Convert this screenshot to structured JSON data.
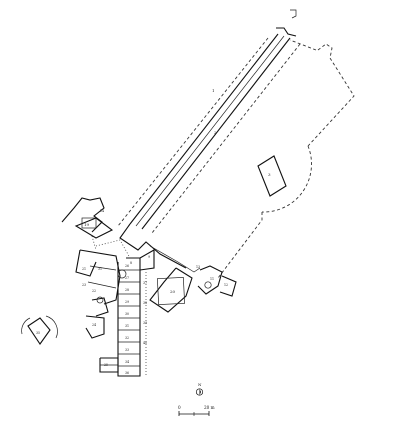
{
  "plan": {
    "labels": {
      "portico_a": "1",
      "portico_b": "2",
      "court_room": "3",
      "upper_room": "19",
      "lower_room": "20",
      "west_room": "21",
      "center_room": "31",
      "east_room_a": "11",
      "east_room_b": "12",
      "east_room_c": "13",
      "west_room_a": "22",
      "west_room_b": "23",
      "west_room_c": "24",
      "west_room_d": "25",
      "corridor_a": "8",
      "corridor_b": "9",
      "outlier_room": "35",
      "north_room": "14"
    },
    "row_labels": [
      "26",
      "27",
      "28",
      "29",
      "30",
      "31",
      "32",
      "33",
      "34",
      "36",
      "37",
      "38",
      "39",
      "40"
    ],
    "north_label": "N",
    "scale": {
      "zero": "0",
      "end": "20 m"
    }
  }
}
